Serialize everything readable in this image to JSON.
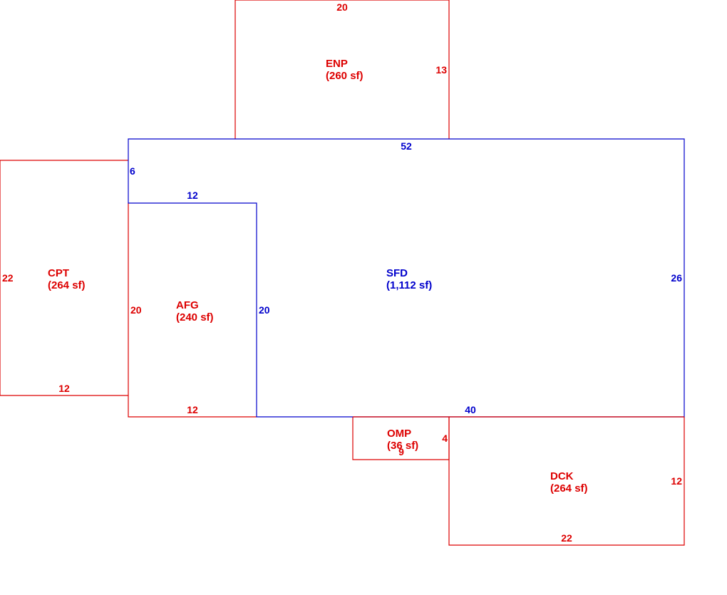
{
  "colors": {
    "main": "#0000cc",
    "addition": "#dd0000",
    "background": "#ffffff"
  },
  "areas": [
    {
      "key": "sfd",
      "code": "SFD",
      "area": "(1,112 sf)",
      "type": "main"
    },
    {
      "key": "enp",
      "code": "ENP",
      "area": "(260 sf)",
      "type": "addition"
    },
    {
      "key": "cpt",
      "code": "CPT",
      "area": "(264 sf)",
      "type": "addition"
    },
    {
      "key": "afg",
      "code": "AFG",
      "area": "(240 sf)",
      "type": "addition"
    },
    {
      "key": "omp",
      "code": "OMP",
      "area": "(36 sf)",
      "type": "addition"
    },
    {
      "key": "dck",
      "code": "DCK",
      "area": "(264 sf)",
      "type": "addition"
    }
  ],
  "dimensions": {
    "sfd": [
      "52",
      "6",
      "12",
      "20",
      "26",
      "40"
    ],
    "enp": [
      "20",
      "13"
    ],
    "cpt": [
      "22",
      "12"
    ],
    "afg": [
      "20",
      "12"
    ],
    "omp": [
      "4",
      "9"
    ],
    "dck": [
      "12",
      "22"
    ]
  }
}
